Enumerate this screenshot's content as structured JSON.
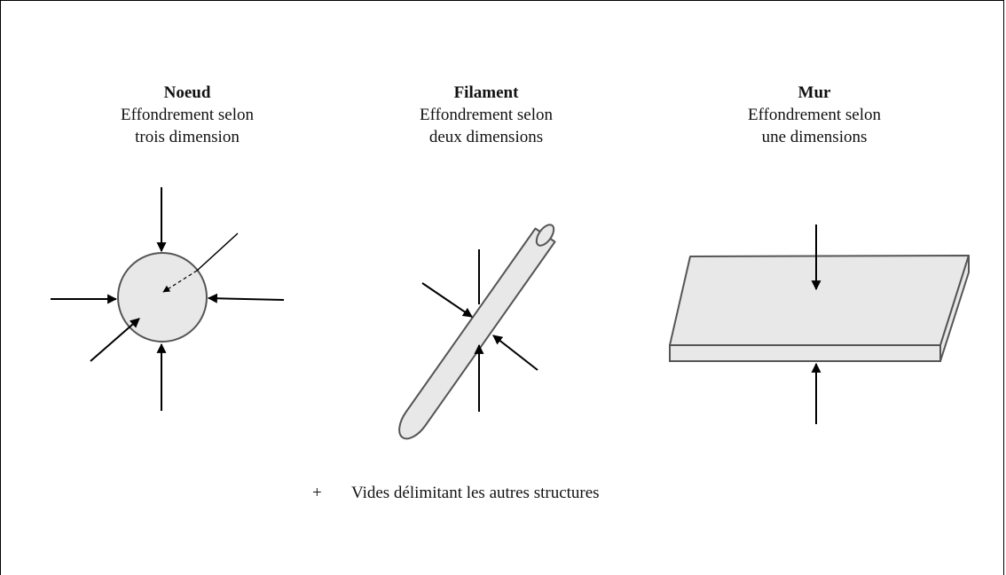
{
  "structures": [
    {
      "title": "Noeud",
      "line1": "Effondrement selon",
      "line2": "trois dimension"
    },
    {
      "title": "Filament",
      "line1": "Effondrement selon",
      "line2": "deux dimensions"
    },
    {
      "title": "Mur",
      "line1": "Effondrement selon",
      "line2": "une dimensions"
    }
  ],
  "note": {
    "symbol": "+",
    "text": "Vides délimitant les autres structures"
  },
  "colors": {
    "shape_fill": "#e8e8e8",
    "shape_stroke": "#555555",
    "arrow": "#000000"
  }
}
